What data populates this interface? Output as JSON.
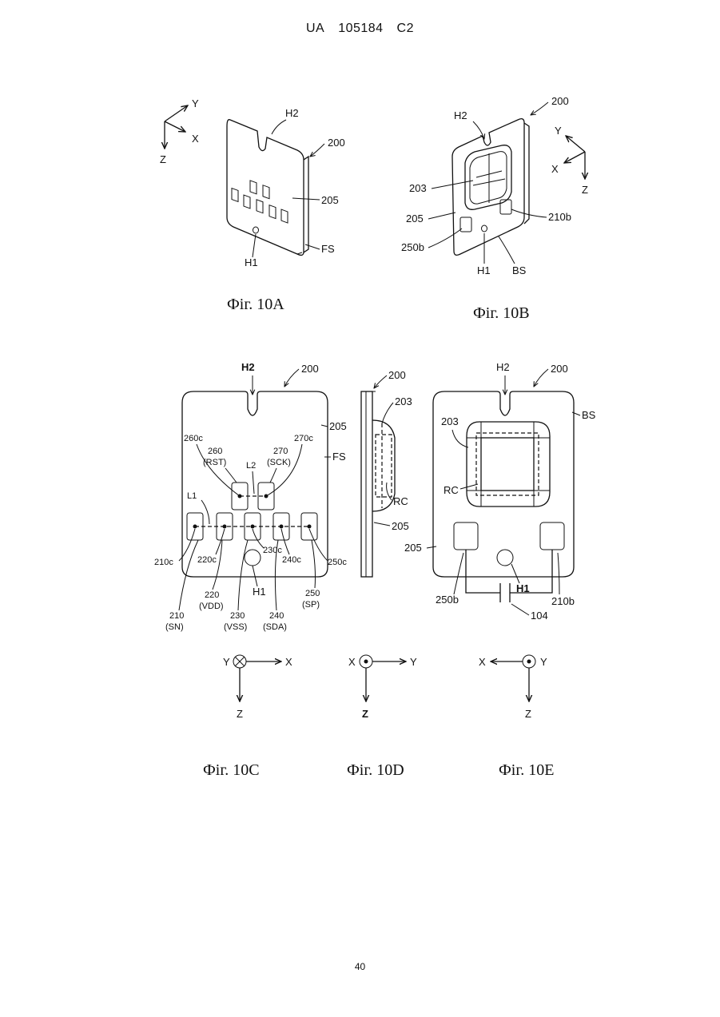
{
  "header": {
    "country": "UA",
    "number": "105184",
    "kind": "C2"
  },
  "page_number": "40",
  "figures": {
    "fig10a": {
      "caption": "Фіг. 10A",
      "labels": {
        "h2": "H2",
        "ref200": "200",
        "ref205": "205",
        "fs": "FS",
        "h1": "H1"
      },
      "axes": {
        "x": "X",
        "y": "Y",
        "z": "Z"
      }
    },
    "fig10b": {
      "caption": "Фіг. 10B",
      "labels": {
        "h2": "H2",
        "ref200": "200",
        "ref203": "203",
        "ref205": "205",
        "ref210b": "210b",
        "ref250b": "250b",
        "h1": "H1",
        "bs": "BS"
      },
      "axes": {
        "x": "X",
        "y": "Y",
        "z": "Z"
      }
    },
    "fig10c": {
      "caption": "Фіг. 10C",
      "labels": {
        "h2": "H2",
        "ref200": "200",
        "ref205": "205",
        "fs": "FS",
        "l1": "L1",
        "l2": "L2",
        "c260": "260c",
        "n260": "260",
        "rst": "(RST)",
        "c270": "270c",
        "n270": "270",
        "sck": "(SCK)",
        "c210": "210c",
        "c220": "220c",
        "c230": "230c",
        "c240": "240c",
        "c250": "250c",
        "h1": "H1",
        "n210": "210",
        "sn": "(SN)",
        "n220": "220",
        "vdd": "(VDD)",
        "n230": "230",
        "vss": "(VSS)",
        "n240": "240",
        "sda": "(SDA)",
        "n250": "250",
        "sp": "(SP)"
      },
      "axes": {
        "x": "X",
        "y": "Y",
        "z": "Z"
      }
    },
    "fig10d": {
      "caption": "Фіг. 10D",
      "labels": {
        "ref200": "200",
        "ref203": "203",
        "rc": "RC",
        "ref205": "205"
      },
      "axes": {
        "x": "X",
        "y": "Y",
        "z": "Z"
      }
    },
    "fig10e": {
      "caption": "Фіг. 10E",
      "labels": {
        "h2": "H2",
        "ref200": "200",
        "bs": "BS",
        "ref203": "203",
        "rc": "RC",
        "ref205": "205",
        "ref250b": "250b",
        "h1": "H1",
        "ref210b": "210b",
        "ref104": "104"
      },
      "axes": {
        "x": "X",
        "y": "Y",
        "z": "Z"
      }
    }
  }
}
